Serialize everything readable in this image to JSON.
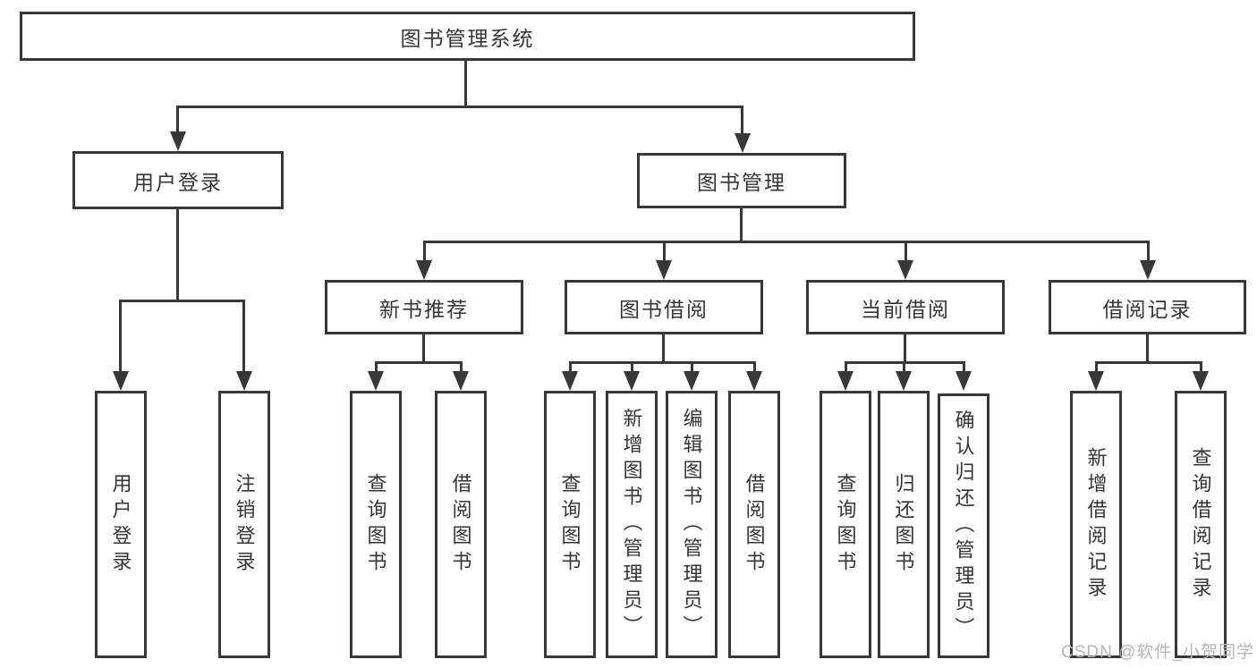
{
  "tree": {
    "root": {
      "label": "图书管理系统"
    },
    "children": [
      {
        "label": "用户登录",
        "children": [
          {
            "label": "用户登录"
          },
          {
            "label": "注销登录"
          }
        ]
      },
      {
        "label": "图书管理",
        "children": [
          {
            "label": "新书推荐",
            "children": [
              {
                "label": "查询图书"
              },
              {
                "label": "借阅图书"
              }
            ]
          },
          {
            "label": "图书借阅",
            "children": [
              {
                "label": "查询图书"
              },
              {
                "label": "新增图书（管理员）"
              },
              {
                "label": "编辑图书（管理员）"
              },
              {
                "label": "借阅图书"
              }
            ]
          },
          {
            "label": "当前借阅",
            "children": [
              {
                "label": "查询图书"
              },
              {
                "label": "归还图书"
              },
              {
                "label": "确认归还（管理员）"
              }
            ]
          },
          {
            "label": "借阅记录",
            "children": [
              {
                "label": "新增借阅记录"
              },
              {
                "label": "查询借阅记录"
              }
            ]
          }
        ]
      }
    ]
  },
  "watermark": {
    "text": "CSDN @软件_小贺同学"
  },
  "colors": {
    "line": "#383838",
    "text": "#353535",
    "watermark": "#b5b5b5",
    "background": "#ffffff"
  }
}
